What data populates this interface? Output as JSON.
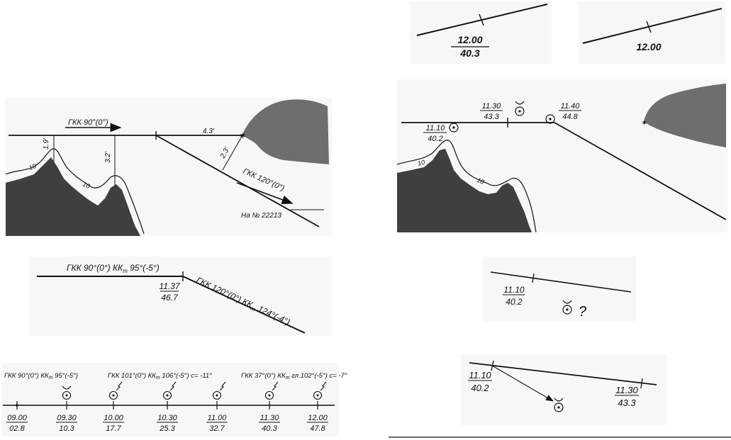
{
  "panels": {
    "top_left": {
      "course_top": "ГКК 90°(0°)",
      "dist_main": "4.3'",
      "dist_a": "1.9'",
      "dist_b": "3.2'",
      "dist_c": "2.3'",
      "contour_a": "10",
      "contour_b": "10",
      "course_diag": "ГКК 120°(0°)",
      "note": "На № 22213"
    },
    "top_right_a": {
      "time": "12.00",
      "log": "40.3"
    },
    "top_right_b": {
      "time": "12.00"
    },
    "mid_right": {
      "p1_time": "11.10",
      "p1_log": "40.2",
      "p2_time": "11.30",
      "p2_log": "43.3",
      "p3_time": "11.40",
      "p3_log": "44.8",
      "contour_a": "10",
      "contour_b": "10"
    },
    "mid_left": {
      "course_a": "ГКК 90°(0°) КК",
      "course_a_sub": "m",
      "course_a_tail": " 95°(-5°)",
      "course_b": "ГКК 120°(0°) КК",
      "course_b_sub": "m",
      "course_b_tail": " 124°(-4°)",
      "time": "11.37",
      "log": "46.7"
    },
    "small_right": {
      "time": "11.10",
      "log": "40.2",
      "question": "?"
    },
    "bottom_right": {
      "p1_time": "11.10",
      "p1_log": "40.2",
      "p2_time": "11.30",
      "p2_log": "43.3"
    },
    "bottom_left": {
      "course_a": "ГКК 90°(0°) КК",
      "course_a_sub": "m",
      "course_a_tail": " 95°(-5°)",
      "course_b": "ГКК 101°(0°) КК",
      "course_b_sub": "m",
      "course_b_tail": " 106°(-5°) с= -11°",
      "course_c": "ГКК 37°(0°) КК",
      "course_c_sub": "m",
      "course_c_tail": " гл.102°(-5°) с= -7°",
      "marks": [
        {
          "time": "09.00",
          "log": "02.8"
        },
        {
          "time": "09.30",
          "log": "10.3"
        },
        {
          "time": "10.00",
          "log": "17.7"
        },
        {
          "time": "10.30",
          "log": "25.3"
        },
        {
          "time": "11.00",
          "log": "32.7"
        },
        {
          "time": "11.30",
          "log": "40.3"
        },
        {
          "time": "12.00",
          "log": "47.8"
        }
      ]
    }
  }
}
